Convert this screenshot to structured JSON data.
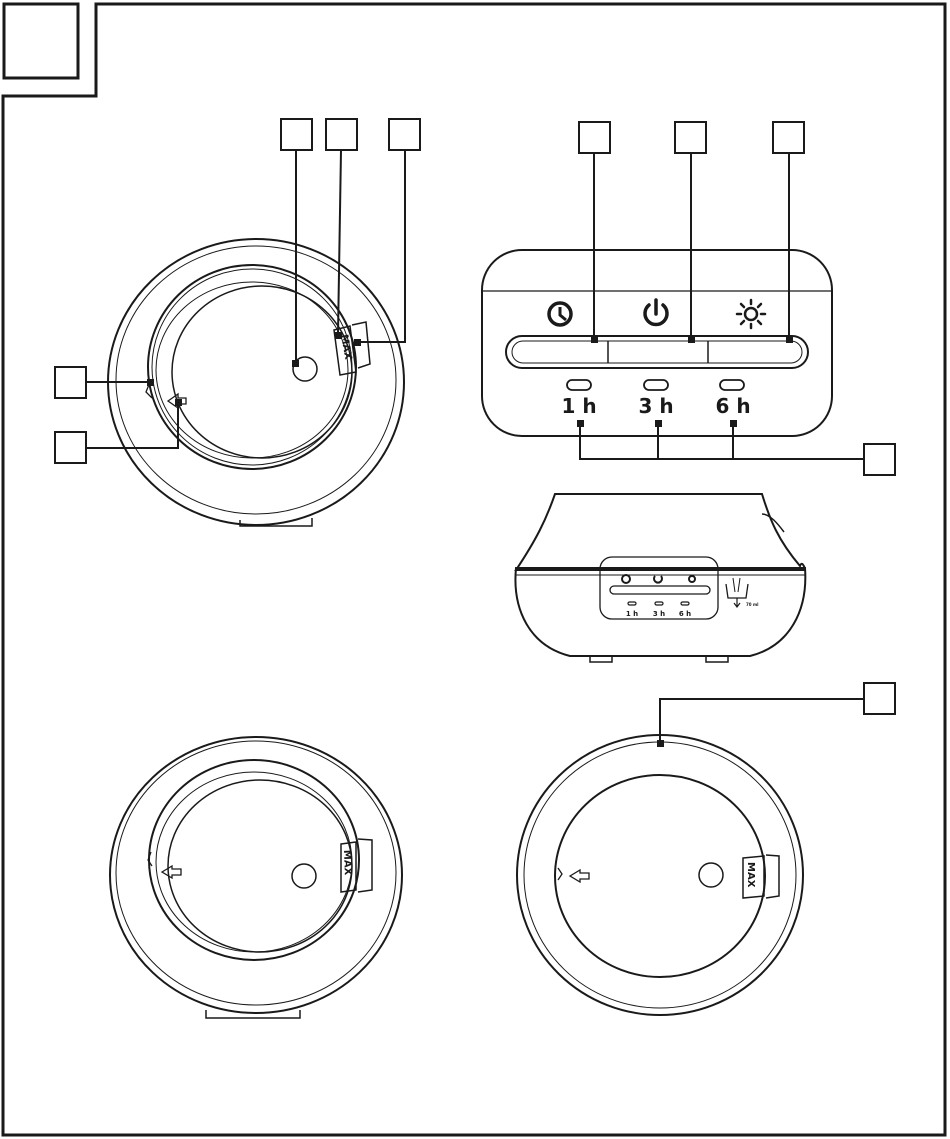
{
  "panel_labels": {
    "timer": "1 h",
    "timer_3": "3 h",
    "timer_6": "6 h"
  },
  "max_mark": "MAX",
  "small_panel": {
    "t1": "1 h",
    "t3": "3 h",
    "t6": "6 h",
    "tank_hint": "70 ml"
  },
  "icons": [
    "timer-clock-icon",
    "power-icon",
    "light-sun-icon",
    "arrow-left-icon",
    "water-level-icon"
  ]
}
